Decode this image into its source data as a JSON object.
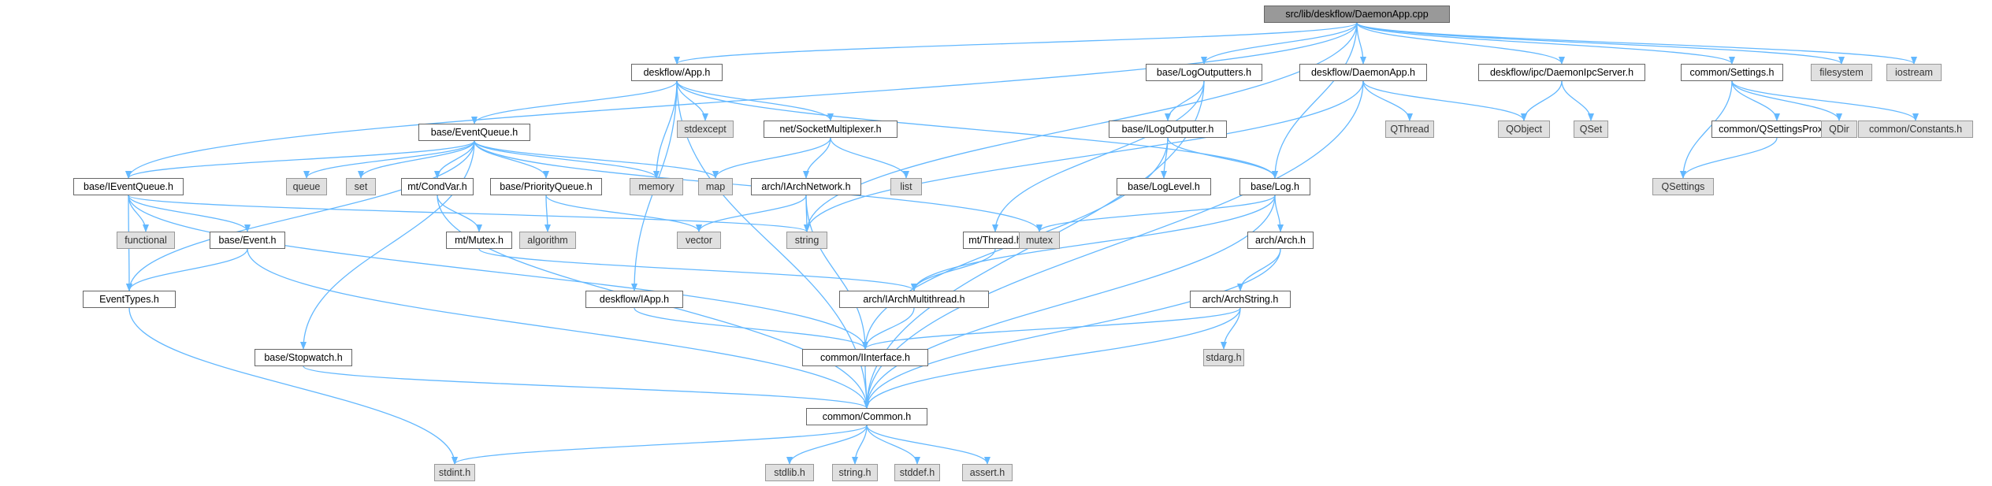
{
  "graph": {
    "nodes": [
      {
        "id": "root",
        "label": "src/lib/deskflow/DaemonApp.cpp",
        "kind": "root"
      },
      {
        "id": "app",
        "label": "deskflow/App.h",
        "kind": "file"
      },
      {
        "id": "logout",
        "label": "base/LogOutputters.h",
        "kind": "file"
      },
      {
        "id": "daemonapp",
        "label": "deskflow/DaemonApp.h",
        "kind": "file"
      },
      {
        "id": "ipc",
        "label": "deskflow/ipc/DaemonIpcServer.h",
        "kind": "file"
      },
      {
        "id": "settings",
        "label": "common/Settings.h",
        "kind": "file"
      },
      {
        "id": "filesystem",
        "label": "filesystem",
        "kind": "sys"
      },
      {
        "id": "iostream",
        "label": "iostream",
        "kind": "sys"
      },
      {
        "id": "stdexcept",
        "label": "stdexcept",
        "kind": "sys"
      },
      {
        "id": "eventqueue",
        "label": "base/EventQueue.h",
        "kind": "file"
      },
      {
        "id": "sockmux",
        "label": "net/SocketMultiplexer.h",
        "kind": "file"
      },
      {
        "id": "ilogout",
        "label": "base/ILogOutputter.h",
        "kind": "file"
      },
      {
        "id": "qthread",
        "label": "QThread",
        "kind": "sys"
      },
      {
        "id": "qobject",
        "label": "QObject",
        "kind": "sys"
      },
      {
        "id": "qset",
        "label": "QSet",
        "kind": "sys"
      },
      {
        "id": "qsetproxy",
        "label": "common/QSettingsProxy.h",
        "kind": "file"
      },
      {
        "id": "qdir",
        "label": "QDir",
        "kind": "sys"
      },
      {
        "id": "constants",
        "label": "common/Constants.h",
        "kind": "sys"
      },
      {
        "id": "ieventqueue",
        "label": "base/IEventQueue.h",
        "kind": "file"
      },
      {
        "id": "queue",
        "label": "queue",
        "kind": "sys"
      },
      {
        "id": "set",
        "label": "set",
        "kind": "sys"
      },
      {
        "id": "condvar",
        "label": "mt/CondVar.h",
        "kind": "file"
      },
      {
        "id": "prioqueue",
        "label": "base/PriorityQueue.h",
        "kind": "file"
      },
      {
        "id": "memory",
        "label": "memory",
        "kind": "sys"
      },
      {
        "id": "map",
        "label": "map",
        "kind": "sys"
      },
      {
        "id": "iarchnet",
        "label": "arch/IArchNetwork.h",
        "kind": "file"
      },
      {
        "id": "list",
        "label": "list",
        "kind": "sys"
      },
      {
        "id": "loglevel",
        "label": "base/LogLevel.h",
        "kind": "file"
      },
      {
        "id": "log",
        "label": "base/Log.h",
        "kind": "file"
      },
      {
        "id": "qsettings",
        "label": "QSettings",
        "kind": "sys"
      },
      {
        "id": "functional",
        "label": "functional",
        "kind": "sys"
      },
      {
        "id": "event",
        "label": "base/Event.h",
        "kind": "file"
      },
      {
        "id": "mutexh",
        "label": "mt/Mutex.h",
        "kind": "file"
      },
      {
        "id": "algorithm",
        "label": "algorithm",
        "kind": "sys"
      },
      {
        "id": "vector",
        "label": "vector",
        "kind": "sys"
      },
      {
        "id": "string",
        "label": "string",
        "kind": "sys"
      },
      {
        "id": "thread",
        "label": "mt/Thread.h",
        "kind": "file"
      },
      {
        "id": "mutex",
        "label": "mutex",
        "kind": "sys"
      },
      {
        "id": "arch",
        "label": "arch/Arch.h",
        "kind": "file"
      },
      {
        "id": "eventtypes",
        "label": "EventTypes.h",
        "kind": "file"
      },
      {
        "id": "iapp",
        "label": "deskflow/IApp.h",
        "kind": "file"
      },
      {
        "id": "iarchmt",
        "label": "arch/IArchMultithread.h",
        "kind": "file"
      },
      {
        "id": "archstring",
        "label": "arch/ArchString.h",
        "kind": "file"
      },
      {
        "id": "stopwatch",
        "label": "base/Stopwatch.h",
        "kind": "file"
      },
      {
        "id": "iinterface",
        "label": "common/IInterface.h",
        "kind": "file"
      },
      {
        "id": "stdarg",
        "label": "stdarg.h",
        "kind": "sys"
      },
      {
        "id": "common",
        "label": "common/Common.h",
        "kind": "file"
      },
      {
        "id": "stdint",
        "label": "stdint.h",
        "kind": "sys"
      },
      {
        "id": "stdlib",
        "label": "stdlib.h",
        "kind": "sys"
      },
      {
        "id": "stringh",
        "label": "string.h",
        "kind": "sys"
      },
      {
        "id": "stddef",
        "label": "stddef.h",
        "kind": "sys"
      },
      {
        "id": "assert",
        "label": "assert.h",
        "kind": "sys"
      }
    ],
    "edges": [
      [
        "root",
        "app"
      ],
      [
        "root",
        "logout"
      ],
      [
        "root",
        "daemonapp"
      ],
      [
        "root",
        "ipc"
      ],
      [
        "root",
        "settings"
      ],
      [
        "root",
        "filesystem"
      ],
      [
        "root",
        "iostream"
      ],
      [
        "root",
        "ieventqueue"
      ],
      [
        "root",
        "string"
      ],
      [
        "root",
        "log"
      ],
      [
        "app",
        "eventqueue"
      ],
      [
        "app",
        "sockmux"
      ],
      [
        "app",
        "stdexcept"
      ],
      [
        "app",
        "memory"
      ],
      [
        "app",
        "log"
      ],
      [
        "app",
        "common"
      ],
      [
        "app",
        "iapp"
      ],
      [
        "logout",
        "ilogout"
      ],
      [
        "logout",
        "thread"
      ],
      [
        "logout",
        "common"
      ],
      [
        "daemonapp",
        "qthread"
      ],
      [
        "daemonapp",
        "qobject"
      ],
      [
        "daemonapp",
        "string"
      ],
      [
        "daemonapp",
        "common"
      ],
      [
        "ipc",
        "qobject"
      ],
      [
        "ipc",
        "qset"
      ],
      [
        "settings",
        "qsetproxy"
      ],
      [
        "settings",
        "qdir"
      ],
      [
        "settings",
        "constants"
      ],
      [
        "settings",
        "qsettings"
      ],
      [
        "qsetproxy",
        "qsettings"
      ],
      [
        "eventqueue",
        "ieventqueue"
      ],
      [
        "eventqueue",
        "queue"
      ],
      [
        "eventqueue",
        "set"
      ],
      [
        "eventqueue",
        "condvar"
      ],
      [
        "eventqueue",
        "prioqueue"
      ],
      [
        "eventqueue",
        "memory"
      ],
      [
        "eventqueue",
        "map"
      ],
      [
        "eventqueue",
        "mutex"
      ],
      [
        "eventqueue",
        "eventtypes"
      ],
      [
        "eventqueue",
        "stopwatch"
      ],
      [
        "sockmux",
        "map"
      ],
      [
        "sockmux",
        "iarchnet"
      ],
      [
        "sockmux",
        "list"
      ],
      [
        "ilogout",
        "loglevel"
      ],
      [
        "ilogout",
        "log"
      ],
      [
        "ilogout",
        "iinterface"
      ],
      [
        "ieventqueue",
        "functional"
      ],
      [
        "ieventqueue",
        "event"
      ],
      [
        "ieventqueue",
        "eventtypes"
      ],
      [
        "ieventqueue",
        "string"
      ],
      [
        "ieventqueue",
        "iinterface"
      ],
      [
        "condvar",
        "mutexh"
      ],
      [
        "condvar",
        "common"
      ],
      [
        "prioqueue",
        "algorithm"
      ],
      [
        "prioqueue",
        "vector"
      ],
      [
        "iarchnet",
        "vector"
      ],
      [
        "iarchnet",
        "string"
      ],
      [
        "iarchnet",
        "iinterface"
      ],
      [
        "log",
        "mutex"
      ],
      [
        "log",
        "arch"
      ],
      [
        "log",
        "iarchmt"
      ],
      [
        "log",
        "common"
      ],
      [
        "event",
        "eventtypes"
      ],
      [
        "event",
        "common"
      ],
      [
        "mutexh",
        "iarchmt"
      ],
      [
        "thread",
        "iarchmt"
      ],
      [
        "arch",
        "archstring"
      ],
      [
        "arch",
        "common"
      ],
      [
        "eventtypes",
        "stdint"
      ],
      [
        "iapp",
        "iinterface"
      ],
      [
        "iarchmt",
        "iinterface"
      ],
      [
        "archstring",
        "stdarg"
      ],
      [
        "archstring",
        "iinterface"
      ],
      [
        "archstring",
        "common"
      ],
      [
        "stopwatch",
        "common"
      ],
      [
        "iinterface",
        "common"
      ],
      [
        "common",
        "stdint"
      ],
      [
        "common",
        "stdlib"
      ],
      [
        "common",
        "stringh"
      ],
      [
        "common",
        "stddef"
      ],
      [
        "common",
        "assert"
      ]
    ]
  }
}
